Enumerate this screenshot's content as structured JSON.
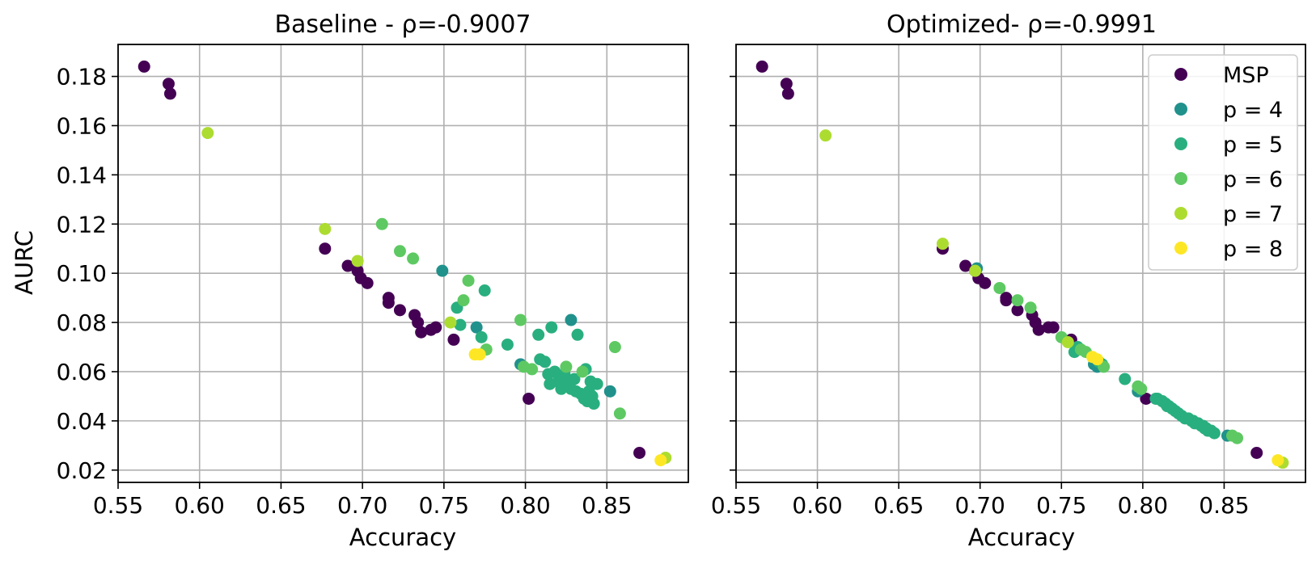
{
  "colors": {
    "MSP": "#440154",
    "p = 4": "#21918c",
    "p = 5": "#29af7f",
    "p = 6": "#5ec962",
    "p = 7": "#addc30",
    "p = 8": "#fde725",
    "grid": "#b0b0b0"
  },
  "chart_data": [
    {
      "type": "scatter",
      "title": "Baseline - ρ=-0.9007",
      "xlabel": "Accuracy",
      "ylabel": "AURC",
      "xlim": [
        0.55,
        0.9
      ],
      "ylim": [
        0.015,
        0.193
      ],
      "xticks": [
        "0.55",
        "0.60",
        "0.65",
        "0.70",
        "0.75",
        "0.80",
        "0.85"
      ],
      "yticks": [
        "0.02",
        "0.04",
        "0.06",
        "0.08",
        "0.10",
        "0.12",
        "0.14",
        "0.16",
        "0.18"
      ],
      "grid": true,
      "legend": null,
      "series": [
        {
          "name": "MSP",
          "points": [
            [
              0.566,
              0.184
            ],
            [
              0.581,
              0.177
            ],
            [
              0.582,
              0.173
            ],
            [
              0.677,
              0.11
            ],
            [
              0.691,
              0.103
            ],
            [
              0.697,
              0.101
            ],
            [
              0.699,
              0.098
            ],
            [
              0.703,
              0.096
            ],
            [
              0.716,
              0.09
            ],
            [
              0.716,
              0.088
            ],
            [
              0.723,
              0.085
            ],
            [
              0.732,
              0.083
            ],
            [
              0.734,
              0.08
            ],
            [
              0.736,
              0.076
            ],
            [
              0.742,
              0.077
            ],
            [
              0.745,
              0.078
            ],
            [
              0.756,
              0.073
            ],
            [
              0.802,
              0.049
            ],
            [
              0.87,
              0.027
            ]
          ]
        },
        {
          "name": "p = 4",
          "points": [
            [
              0.749,
              0.101
            ],
            [
              0.77,
              0.078
            ],
            [
              0.797,
              0.063
            ],
            [
              0.828,
              0.081
            ],
            [
              0.852,
              0.052
            ]
          ]
        },
        {
          "name": "p = 5",
          "points": [
            [
              0.758,
              0.086
            ],
            [
              0.76,
              0.079
            ],
            [
              0.773,
              0.074
            ],
            [
              0.775,
              0.093
            ],
            [
              0.789,
              0.071
            ],
            [
              0.808,
              0.075
            ],
            [
              0.809,
              0.065
            ],
            [
              0.812,
              0.064
            ],
            [
              0.814,
              0.059
            ],
            [
              0.815,
              0.055
            ],
            [
              0.816,
              0.078
            ],
            [
              0.818,
              0.06
            ],
            [
              0.82,
              0.056
            ],
            [
              0.822,
              0.053
            ],
            [
              0.824,
              0.059
            ],
            [
              0.826,
              0.056
            ],
            [
              0.828,
              0.053
            ],
            [
              0.83,
              0.057
            ],
            [
              0.831,
              0.052
            ],
            [
              0.832,
              0.075
            ],
            [
              0.834,
              0.051
            ],
            [
              0.836,
              0.049
            ],
            [
              0.837,
              0.061
            ],
            [
              0.838,
              0.048
            ],
            [
              0.839,
              0.052
            ],
            [
              0.84,
              0.056
            ],
            [
              0.841,
              0.05
            ],
            [
              0.842,
              0.047
            ],
            [
              0.844,
              0.055
            ]
          ]
        },
        {
          "name": "p = 6",
          "points": [
            [
              0.712,
              0.12
            ],
            [
              0.723,
              0.109
            ],
            [
              0.731,
              0.106
            ],
            [
              0.762,
              0.089
            ],
            [
              0.765,
              0.097
            ],
            [
              0.776,
              0.069
            ],
            [
              0.797,
              0.081
            ],
            [
              0.799,
              0.062
            ],
            [
              0.804,
              0.061
            ],
            [
              0.825,
              0.062
            ],
            [
              0.835,
              0.06
            ],
            [
              0.855,
              0.07
            ],
            [
              0.858,
              0.043
            ]
          ]
        },
        {
          "name": "p = 7",
          "points": [
            [
              0.605,
              0.157
            ],
            [
              0.677,
              0.118
            ],
            [
              0.697,
              0.105
            ],
            [
              0.754,
              0.08
            ],
            [
              0.886,
              0.025
            ]
          ]
        },
        {
          "name": "p = 8",
          "points": [
            [
              0.769,
              0.067
            ],
            [
              0.772,
              0.067
            ],
            [
              0.883,
              0.024
            ]
          ]
        }
      ]
    },
    {
      "type": "scatter",
      "title": "Optimized- ρ=-0.9991",
      "xlabel": "Accuracy",
      "ylabel": "",
      "xlim": [
        0.55,
        0.9
      ],
      "ylim": [
        0.015,
        0.193
      ],
      "xticks": [
        "0.55",
        "0.60",
        "0.65",
        "0.70",
        "0.75",
        "0.80",
        "0.85"
      ],
      "yticks": [
        "0.02",
        "0.04",
        "0.06",
        "0.08",
        "0.10",
        "0.12",
        "0.14",
        "0.16",
        "0.18"
      ],
      "grid": true,
      "legend": "top-right",
      "series": [
        {
          "name": "MSP",
          "points": [
            [
              0.566,
              0.184
            ],
            [
              0.581,
              0.177
            ],
            [
              0.582,
              0.173
            ],
            [
              0.677,
              0.11
            ],
            [
              0.691,
              0.103
            ],
            [
              0.697,
              0.101
            ],
            [
              0.699,
              0.098
            ],
            [
              0.703,
              0.096
            ],
            [
              0.716,
              0.09
            ],
            [
              0.716,
              0.089
            ],
            [
              0.723,
              0.085
            ],
            [
              0.732,
              0.083
            ],
            [
              0.734,
              0.08
            ],
            [
              0.736,
              0.077
            ],
            [
              0.742,
              0.078
            ],
            [
              0.745,
              0.078
            ],
            [
              0.756,
              0.073
            ],
            [
              0.802,
              0.049
            ],
            [
              0.87,
              0.027
            ]
          ]
        },
        {
          "name": "p = 4",
          "points": [
            [
              0.698,
              0.102
            ],
            [
              0.77,
              0.063
            ],
            [
              0.772,
              0.062
            ],
            [
              0.797,
              0.052
            ],
            [
              0.852,
              0.034
            ]
          ]
        },
        {
          "name": "p = 5",
          "points": [
            [
              0.758,
              0.068
            ],
            [
              0.76,
              0.07
            ],
            [
              0.773,
              0.064
            ],
            [
              0.775,
              0.063
            ],
            [
              0.789,
              0.057
            ],
            [
              0.808,
              0.049
            ],
            [
              0.809,
              0.049
            ],
            [
              0.812,
              0.048
            ],
            [
              0.814,
              0.047
            ],
            [
              0.815,
              0.046
            ],
            [
              0.816,
              0.046
            ],
            [
              0.818,
              0.045
            ],
            [
              0.82,
              0.044
            ],
            [
              0.822,
              0.043
            ],
            [
              0.824,
              0.042
            ],
            [
              0.826,
              0.041
            ],
            [
              0.828,
              0.041
            ],
            [
              0.83,
              0.04
            ],
            [
              0.831,
              0.04
            ],
            [
              0.832,
              0.039
            ],
            [
              0.834,
              0.039
            ],
            [
              0.836,
              0.038
            ],
            [
              0.837,
              0.038
            ],
            [
              0.838,
              0.037
            ],
            [
              0.839,
              0.037
            ],
            [
              0.84,
              0.036
            ],
            [
              0.841,
              0.036
            ],
            [
              0.842,
              0.036
            ],
            [
              0.844,
              0.035
            ]
          ]
        },
        {
          "name": "p = 6",
          "points": [
            [
              0.712,
              0.094
            ],
            [
              0.723,
              0.089
            ],
            [
              0.731,
              0.086
            ],
            [
              0.75,
              0.074
            ],
            [
              0.762,
              0.069
            ],
            [
              0.765,
              0.068
            ],
            [
              0.776,
              0.062
            ],
            [
              0.797,
              0.054
            ],
            [
              0.799,
              0.053
            ],
            [
              0.855,
              0.034
            ],
            [
              0.858,
              0.033
            ]
          ]
        },
        {
          "name": "p = 7",
          "points": [
            [
              0.605,
              0.156
            ],
            [
              0.677,
              0.112
            ],
            [
              0.697,
              0.101
            ],
            [
              0.754,
              0.072
            ],
            [
              0.886,
              0.023
            ]
          ]
        },
        {
          "name": "p = 8",
          "points": [
            [
              0.769,
              0.066
            ],
            [
              0.772,
              0.065
            ],
            [
              0.883,
              0.024
            ]
          ]
        }
      ]
    }
  ]
}
